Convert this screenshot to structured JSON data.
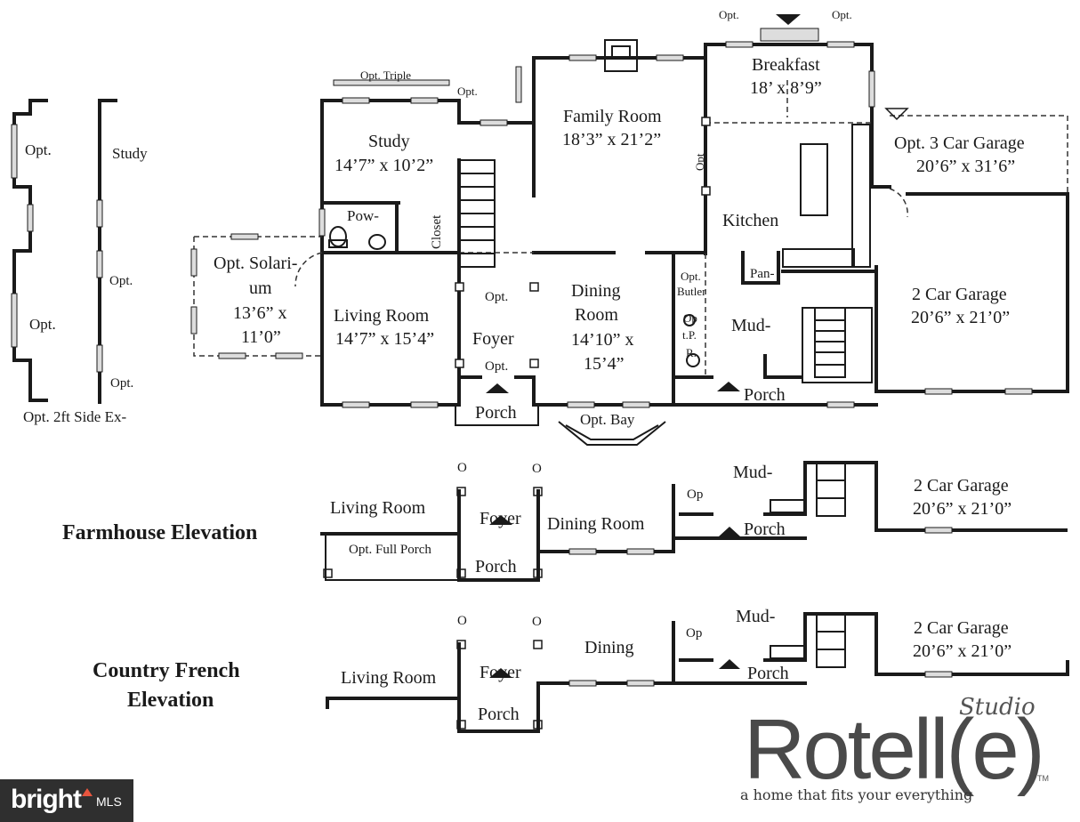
{
  "main_plan": {
    "opt_triple": "Opt. Triple",
    "opt_study_top": "Opt.",
    "opt_breakfast_left": "Opt.",
    "opt_breakfast_right": "Opt.",
    "breakfast": {
      "name": "Breakfast",
      "dims": "18’ x 8’9”"
    },
    "family_room": {
      "name": "Family Room",
      "dims": "18’3”  x 21’2”"
    },
    "study": {
      "name": "Study",
      "dims": "14’7” x 10’2”"
    },
    "powder": "Pow-",
    "closet": "Closet",
    "kitchen": "Kitchen",
    "kitchen_opt": "Opt",
    "opt_garage": {
      "name": "Opt. 3 Car Garage",
      "dims": "20’6” x 31’6”"
    },
    "solarium": {
      "line1": "Opt. Solari-",
      "line2": "um",
      "line3": "13’6” x",
      "line4": "11’0”"
    },
    "living_room": {
      "name": "Living Room",
      "dims": "14’7” x 15’4”"
    },
    "foyer": "Foyer",
    "foyer_opt_top": "Opt.",
    "foyer_opt_bottom": "Opt.",
    "dining_room": {
      "line1": "Dining",
      "line2": "Room",
      "line3": "14’10” x",
      "line4": "15’4”"
    },
    "butler": {
      "line1": "Opt.",
      "line2": "Butler"
    },
    "opt_pr": {
      "line1": "Op",
      "line2": "t.P.",
      "line3": "R."
    },
    "pantry": "Pan-",
    "mud": "Mud-",
    "garage": {
      "name": "2 Car Garage",
      "dims": "20’6” x 21’0”"
    },
    "porch_front": "Porch",
    "porch_side": "Porch",
    "opt_bay": "Opt. Bay"
  },
  "side_extension": {
    "opt1": "Opt.",
    "study": "Study",
    "opt2": "Opt.",
    "opt3": "Opt.",
    "opt4": "Opt.",
    "caption": "Opt. 2ft Side Ex-"
  },
  "farmhouse": {
    "title": "Farmhouse Elevation",
    "o_left": "O",
    "o_right": "O",
    "living_room": "Living Room",
    "opt_full_porch": "Opt. Full Porch",
    "foyer": "Foyer",
    "porch": "Porch",
    "dining_room": "Dining Room",
    "op": "Op",
    "mud": "Mud-",
    "porch_side": "Porch",
    "garage": {
      "name": "2 Car Garage",
      "dims": "20’6” x 21’0”"
    }
  },
  "country_french": {
    "title_line1": "Country French",
    "title_line2": "Elevation",
    "o_left": "O",
    "o_right": "O",
    "living_room": "Living Room",
    "foyer": "Foyer",
    "porch": "Porch",
    "dining": "Dining",
    "op": "Op",
    "mud": "Mud-",
    "porch_side": "Porch",
    "garage": {
      "name": "2 Car Garage",
      "dims": "20’6” x 21’0”"
    }
  },
  "logo": {
    "studio": "Studio",
    "wordmark": "Rotell(e)",
    "tm": "TM",
    "tagline": "a home that fits your everything"
  },
  "watermark": {
    "brand": "bright",
    "suffix": "MLS"
  }
}
